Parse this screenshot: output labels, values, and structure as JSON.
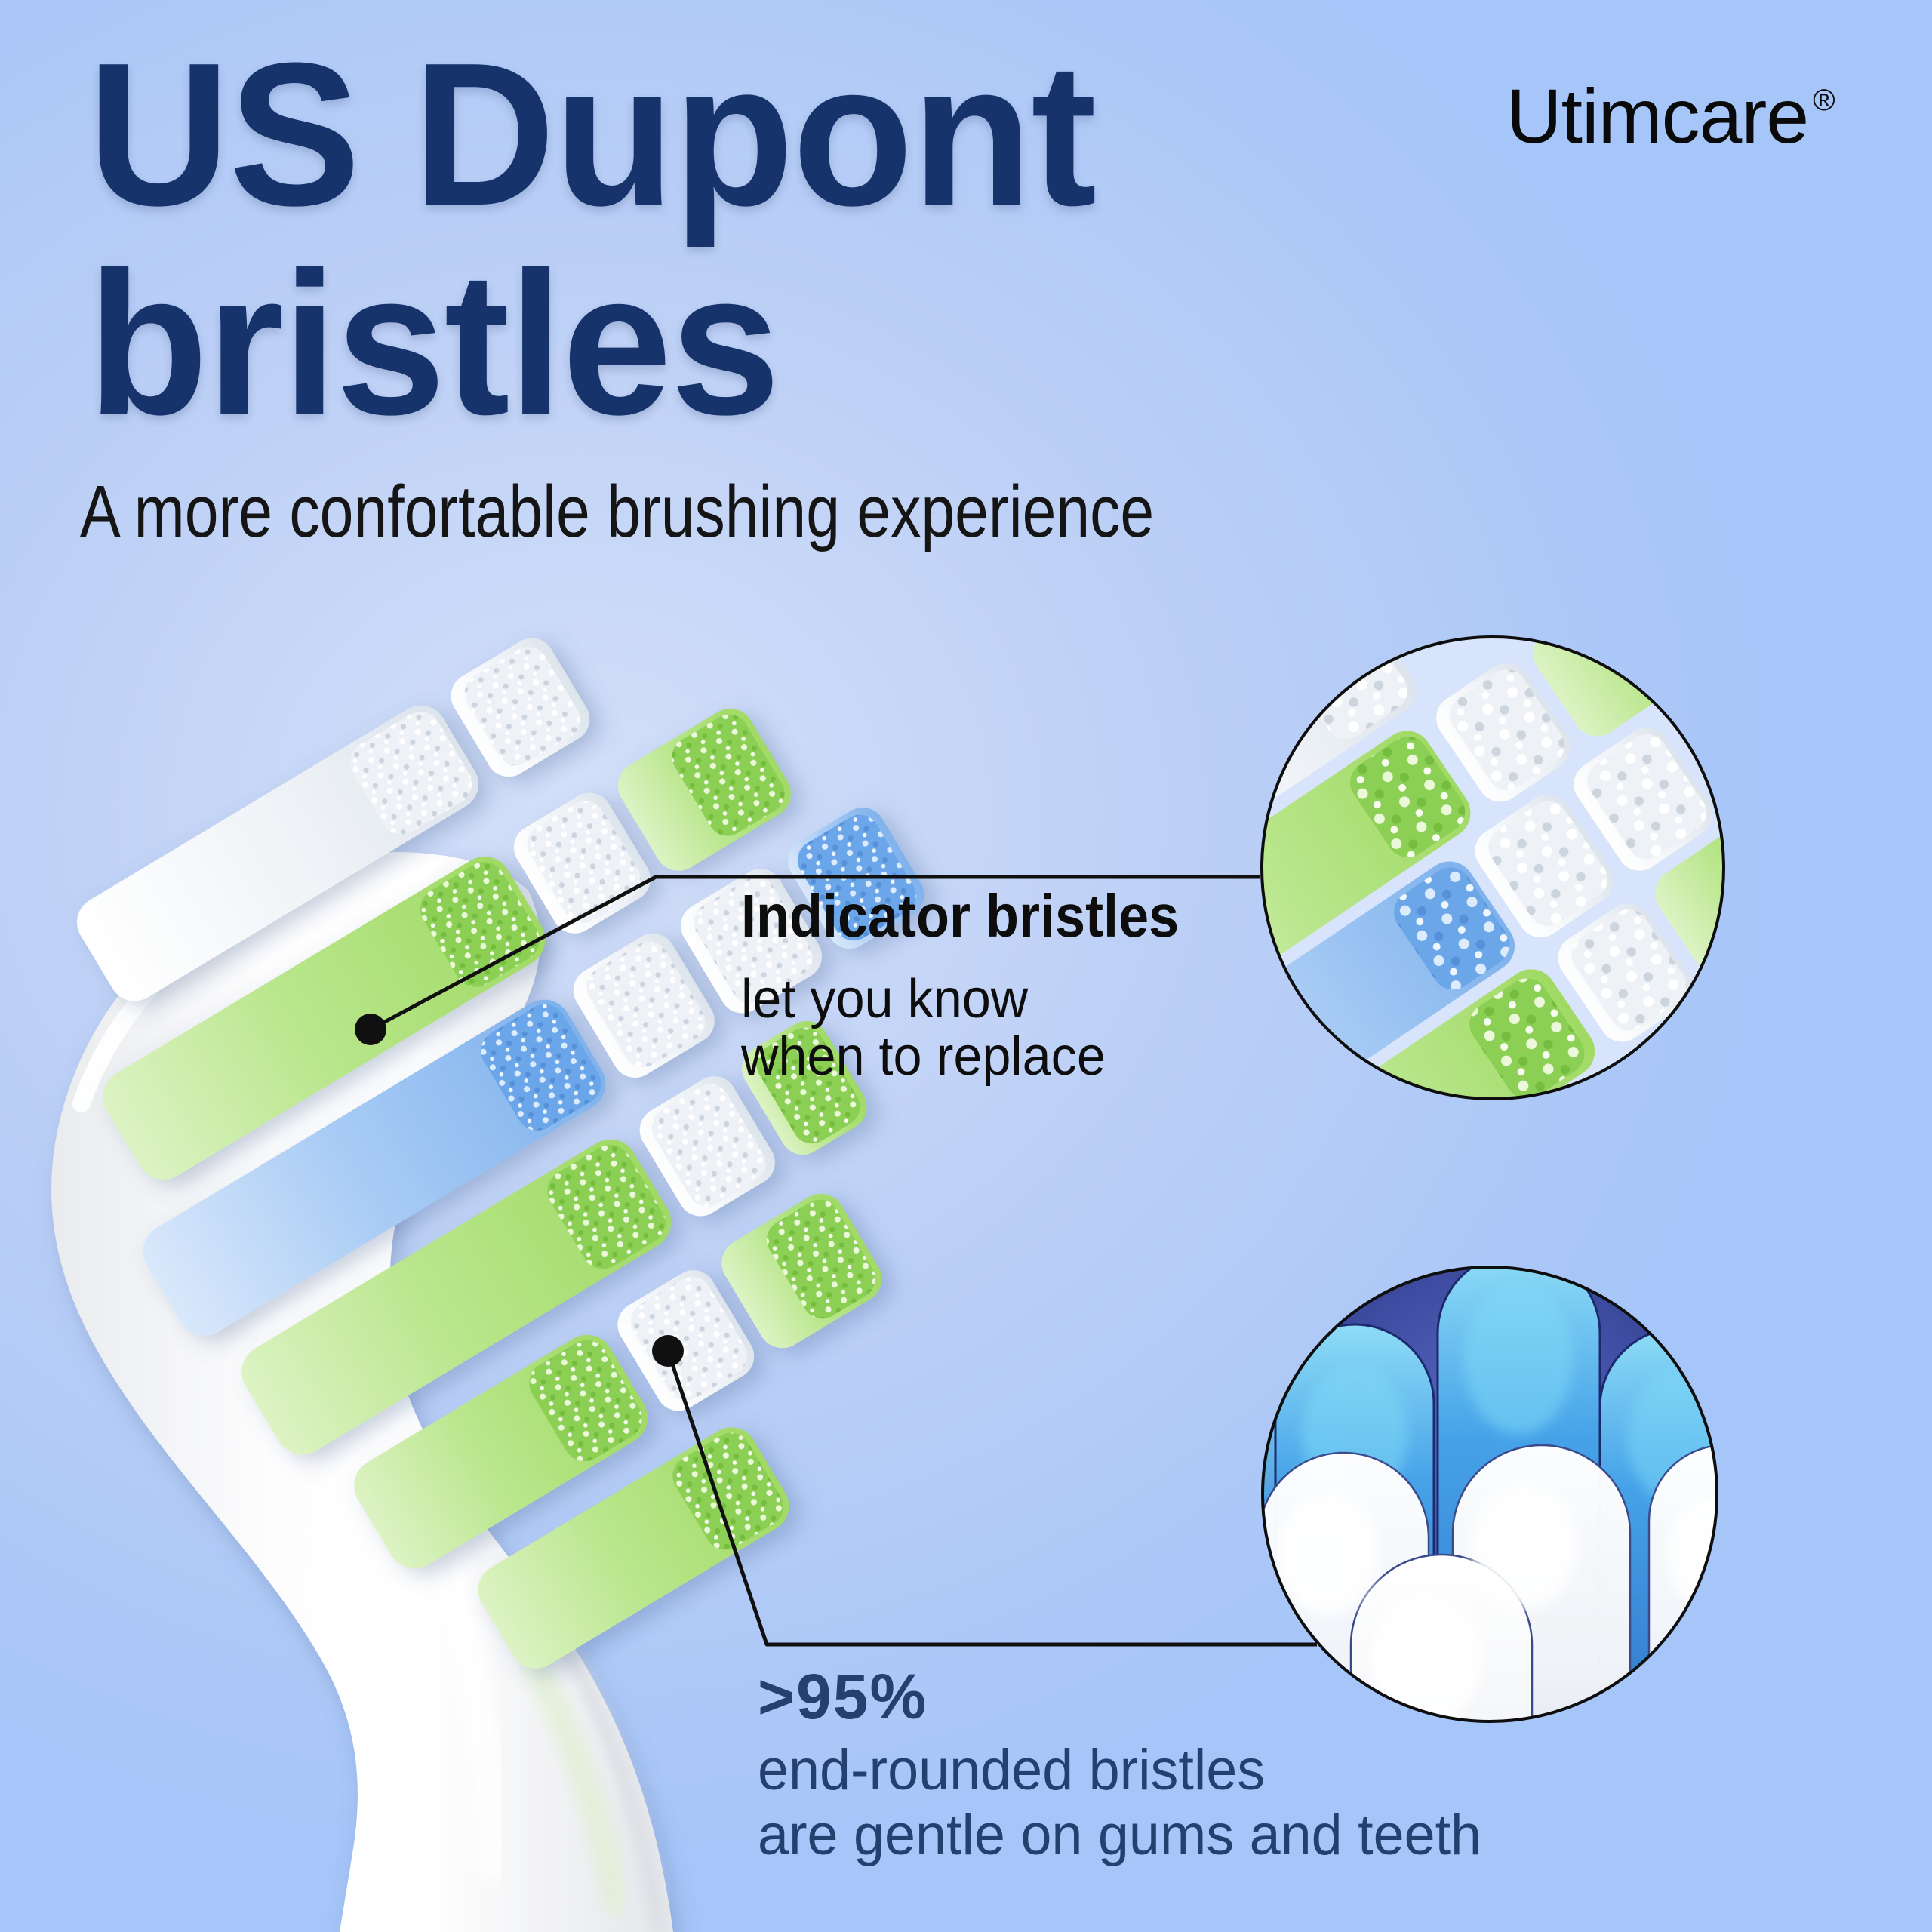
{
  "header": {
    "title_line1": "US Dupont",
    "title_line2": "bristles",
    "subtitle": "A more confortable brushing experience"
  },
  "brand": {
    "name": "Utimcare",
    "registered_mark": "®"
  },
  "callouts": {
    "indicator": {
      "heading": "Indicator bristles",
      "line1": "let you know",
      "line2": "when to replace"
    },
    "rounded": {
      "stat": ">95%",
      "line1": "end-rounded bristles",
      "line2": "are gentle on gums and teeth"
    }
  },
  "illustration": {
    "subject": "electric toothbrush head with green, blue and white Dupont bristle tufts",
    "macro_views": [
      "bristle tuft close-up",
      "end-rounded bristle tips close-up"
    ]
  },
  "colors": {
    "title-navy": "#16346b",
    "body-black": "#0d0d0d",
    "stat-navy": "#24406f",
    "brand-black": "#0a0a0a",
    "callout-line": "#101010",
    "bg-light": "#d4e0f9",
    "bg-mid": "#bdd0f6",
    "bg-deep": "#a6c5f8",
    "bristle-green": "#a3dc68",
    "bristle-blue": "#7fb2ec",
    "bristle-white": "#f2f5f9",
    "macro-pill-blue": "#46a2e8",
    "macro-bg-navy": "#2e3b8a"
  }
}
